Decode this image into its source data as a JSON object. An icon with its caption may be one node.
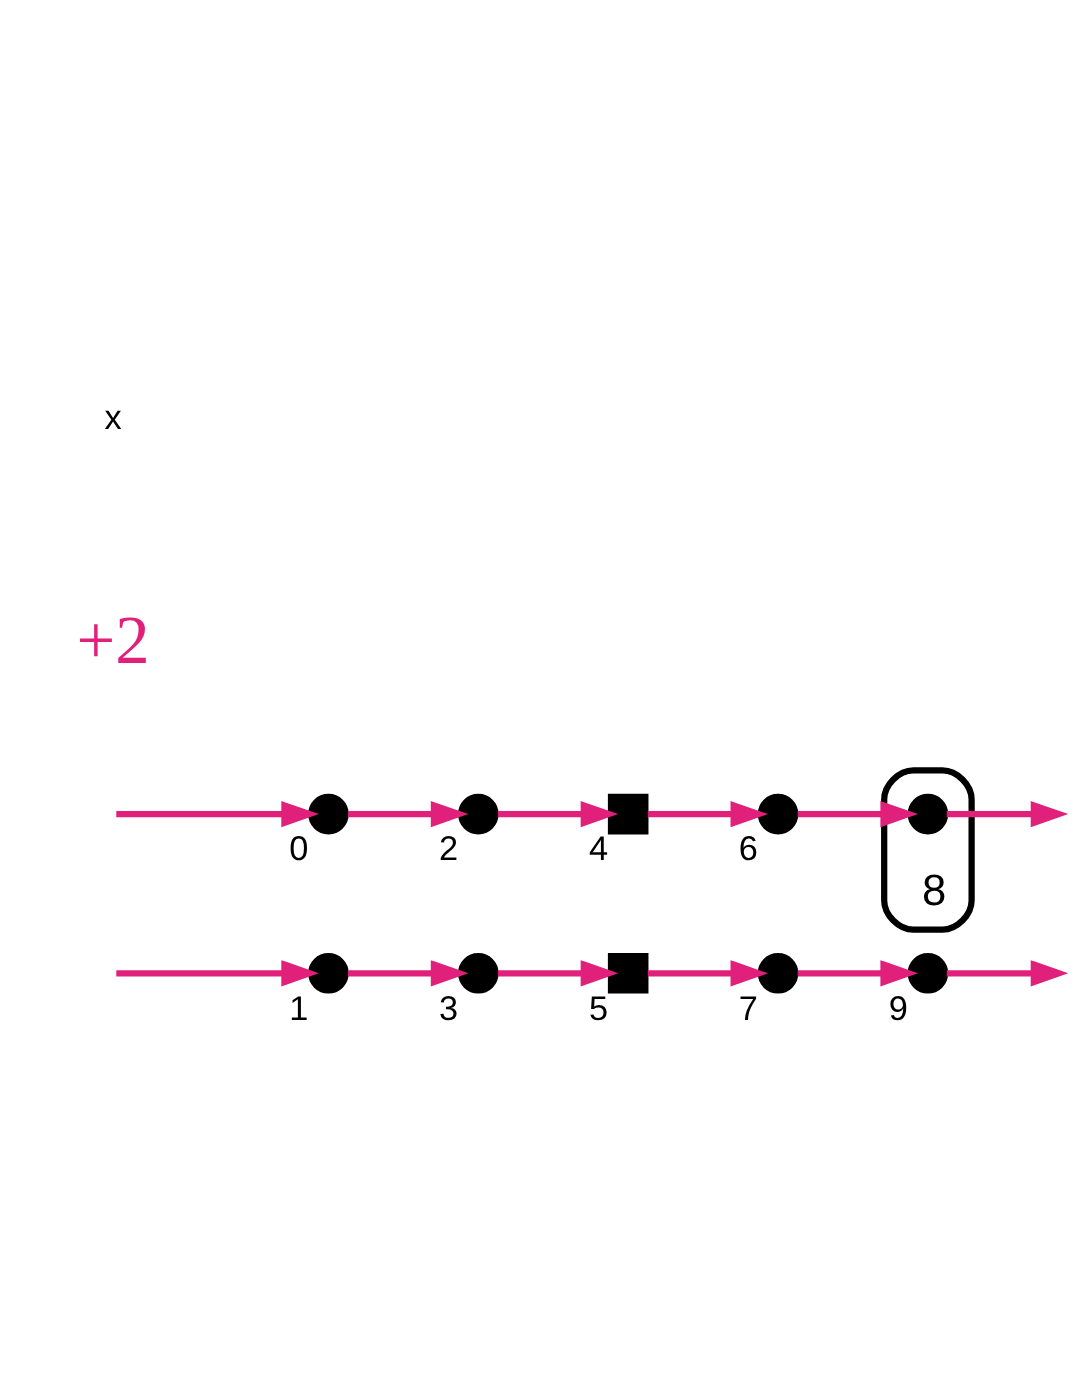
{
  "diagram": {
    "nodes": [
      {
        "text": [],
        "shape": "box",
        "beside": [
          "5"
        ]
      },
      {
        "text": [],
        "shape": "circle",
        "beside": [
          "3"
        ]
      },
      {
        "text": [],
        "shape": "circle",
        "beside": [
          "7"
        ]
      },
      {
        "text": [],
        "shape": "circle",
        "beside": [
          "1"
        ]
      },
      {
        "text": [],
        "shape": "circle",
        "beside": [
          "9"
        ]
      },
      {
        "text": [],
        "shape": "box",
        "beside": [
          "4"
        ]
      },
      {
        "text": [],
        "shape": "circle",
        "beside": [
          "2"
        ]
      },
      {
        "text": [],
        "shape": "circle",
        "beside": [
          "6"
        ]
      },
      {
        "text": [],
        "shape": "circle",
        "beside": [
          "0"
        ]
      },
      {
        "text": [
          "8"
        ]
      },
      {
        "text": [],
        "shape": "circle",
        "in": 9
      }
    ],
    "edges": [
      {
        "from": null,
        "to": 3,
        "arrow": "to"
      },
      {
        "from": 3,
        "to": 1,
        "arrow": "to"
      },
      {
        "from": 1,
        "to": 0,
        "arrow": "to"
      },
      {
        "from": 0,
        "to": 2,
        "arrow": "to"
      },
      {
        "from": 2,
        "to": 4,
        "arrow": "to"
      },
      {
        "from": 4,
        "to": null,
        "arrow": "to"
      },
      {
        "from": null,
        "to": 8,
        "arrow": "to"
      },
      {
        "from": 8,
        "to": 6,
        "arrow": "to"
      },
      {
        "from": 6,
        "to": 5,
        "arrow": "to"
      },
      {
        "from": 5,
        "to": 7,
        "arrow": "to"
      },
      {
        "from": 7,
        "to": 10,
        "arrow": "to"
      },
      {
        "from": 10,
        "to": null,
        "arrow": "to"
      }
    ],
    "labels": [
      "+2",
      "x"
    ]
  }
}
